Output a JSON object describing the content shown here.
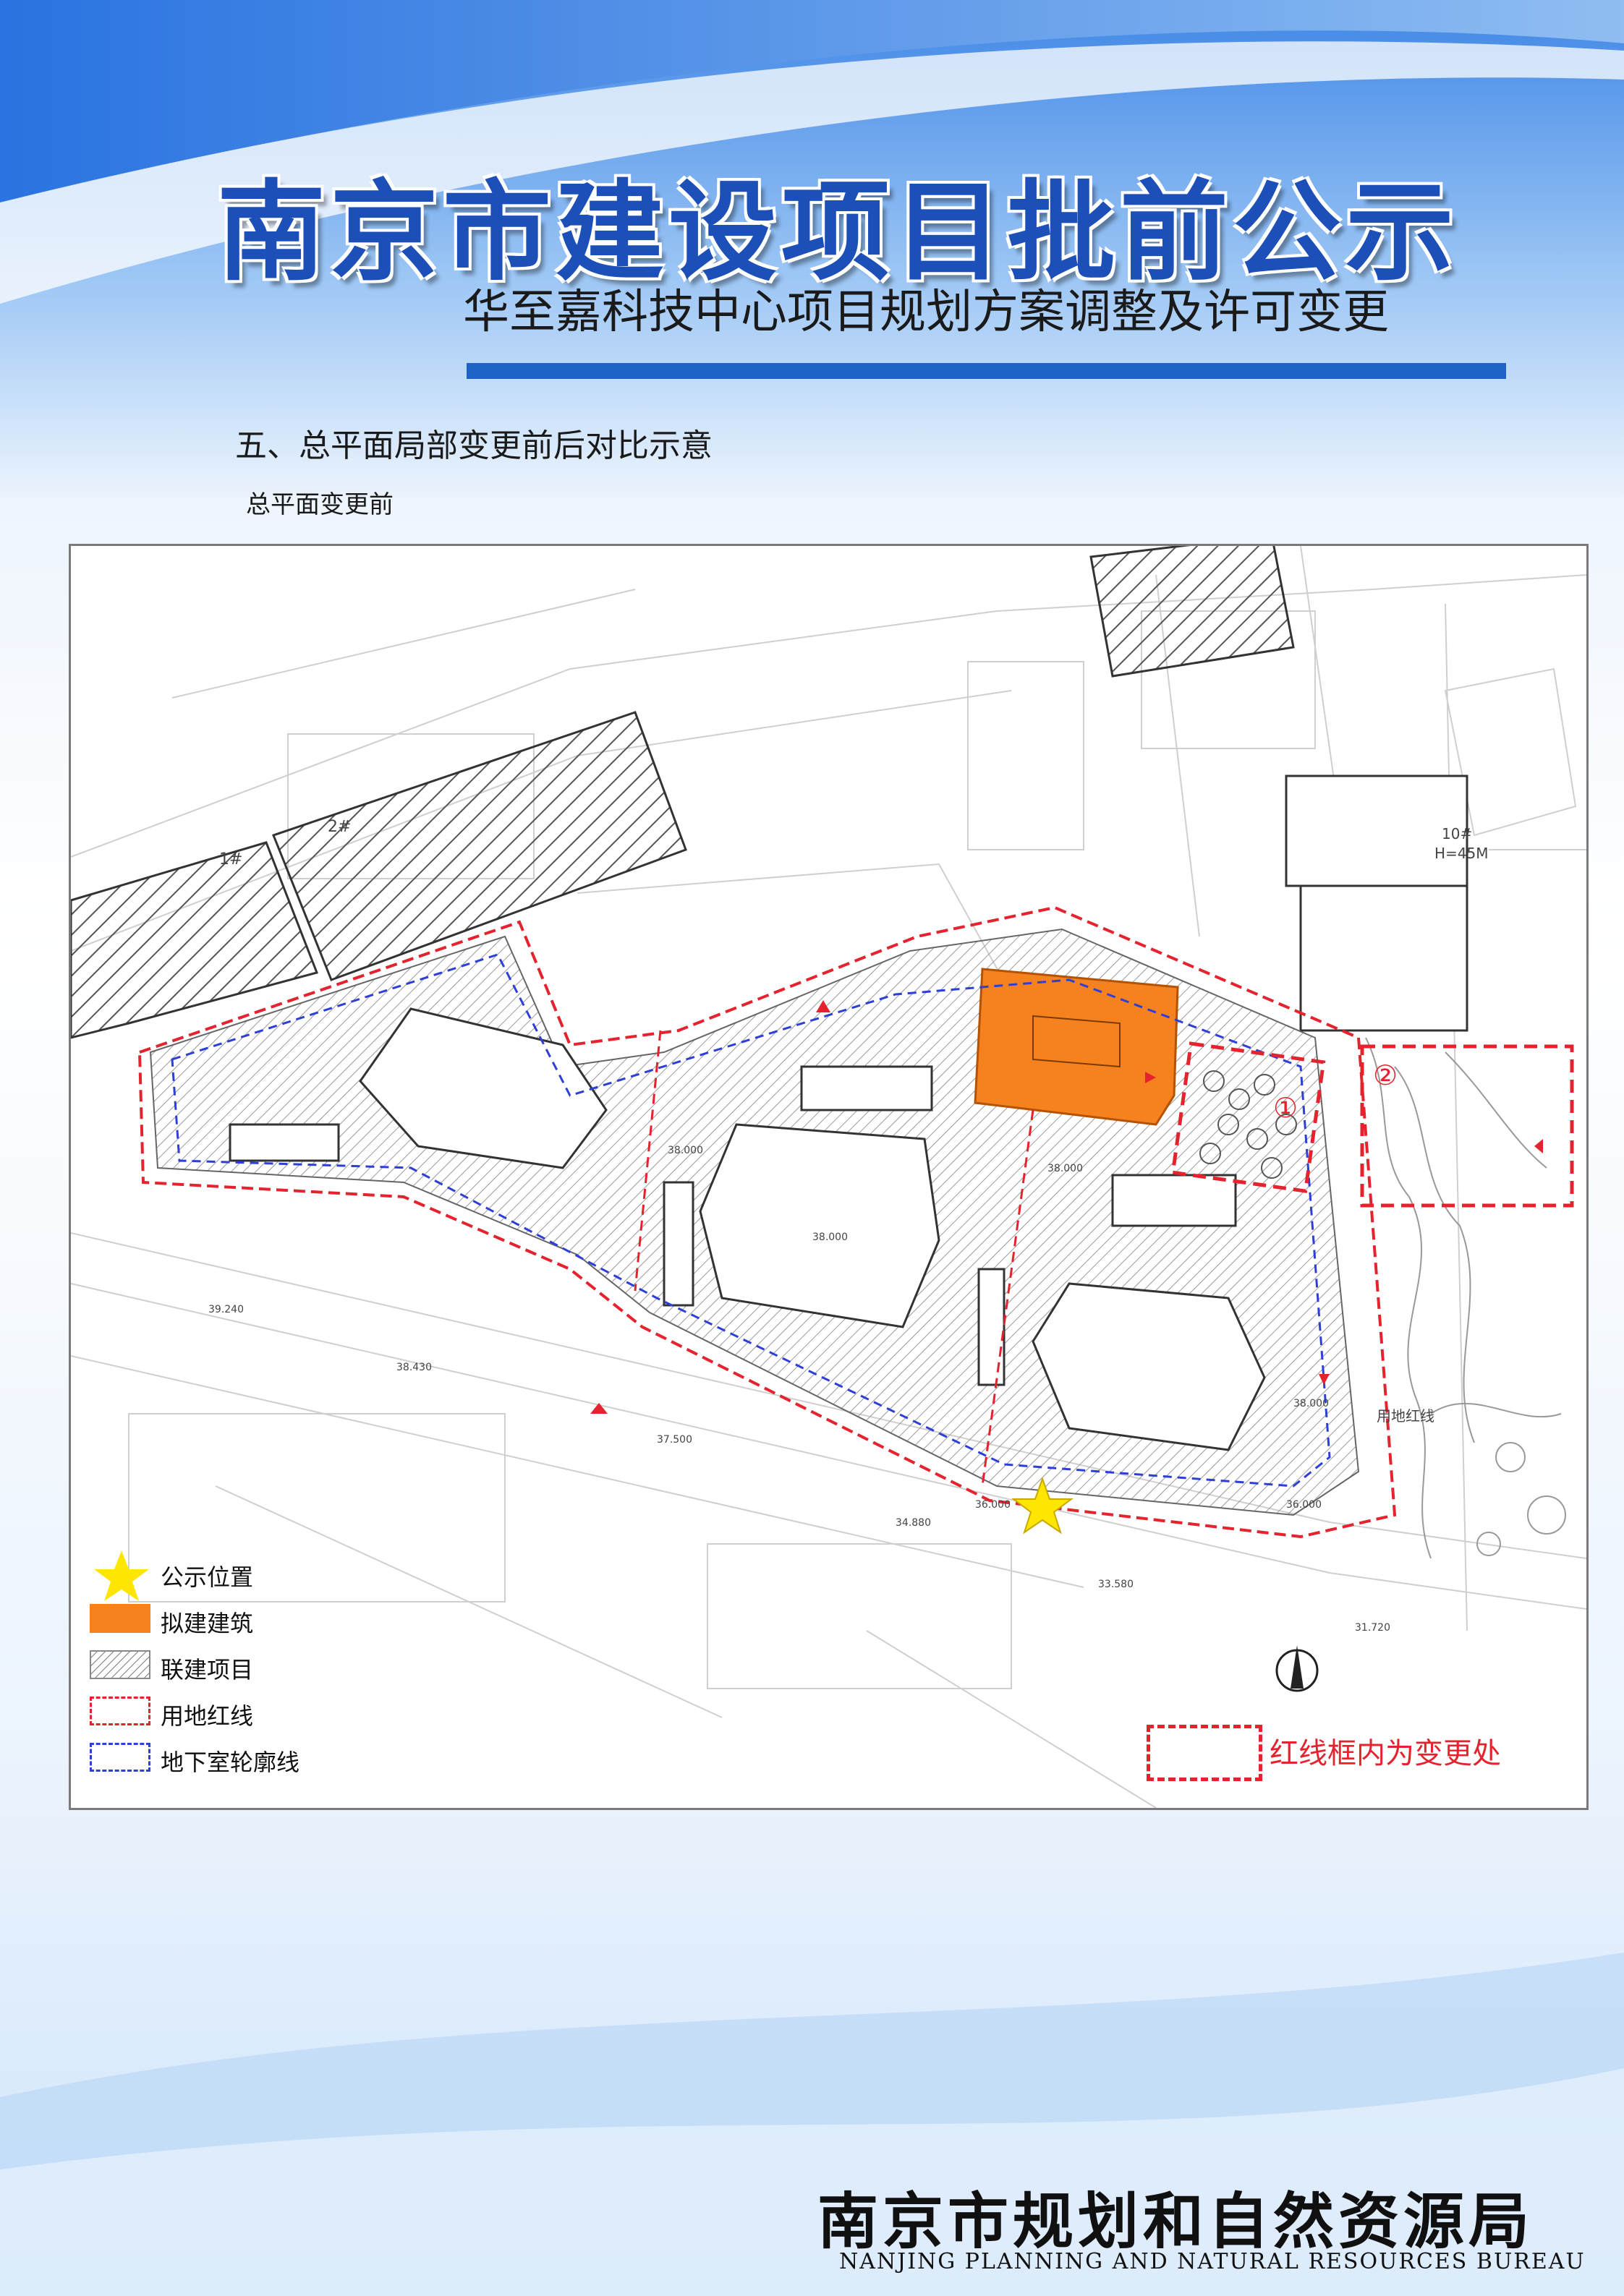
{
  "header": {
    "title": "南京市建设项目批前公示",
    "subtitle": "华至嘉科技中心项目规划方案调整及许可变更"
  },
  "section": {
    "heading": "五、总平面局部变更前后对比示意",
    "subheading": "总平面变更前"
  },
  "map": {
    "building_labels": {
      "b1": "1#",
      "b2": "2#",
      "b10": "10#",
      "b10_height": "H=45M",
      "east_redline": "用地红线"
    },
    "change_markers": [
      "①",
      "②"
    ],
    "elevations": [
      "38.000",
      "38.000",
      "38.000",
      "38.000",
      "36.000",
      "36.000",
      "34.880",
      "33.580",
      "39.240",
      "38.430",
      "37.500",
      "31.720"
    ],
    "colors": {
      "proposed_building": "#f5821f",
      "redline": "#e5232e",
      "basement_outline": "#2d3fd6"
    }
  },
  "legend": {
    "items": [
      {
        "label": "公示位置",
        "icon": "star-icon",
        "color": "#ffe600"
      },
      {
        "label": "拟建建筑",
        "icon": "orange-fill-swatch",
        "color": "#f5821f"
      },
      {
        "label": "联建项目",
        "icon": "hatch-swatch",
        "color": "#888888"
      },
      {
        "label": "用地红线",
        "icon": "red-dashed-swatch",
        "color": "#e5232e"
      },
      {
        "label": "地下室轮廓线",
        "icon": "blue-dashed-swatch",
        "color": "#2d3fd6"
      }
    ]
  },
  "change_note": {
    "label": "红线框内为变更处"
  },
  "footer": {
    "name_cn": "南京市规划和自然资源局",
    "name_en": "NANJING PLANNING AND NATURAL RESOURCES BUREAU"
  }
}
